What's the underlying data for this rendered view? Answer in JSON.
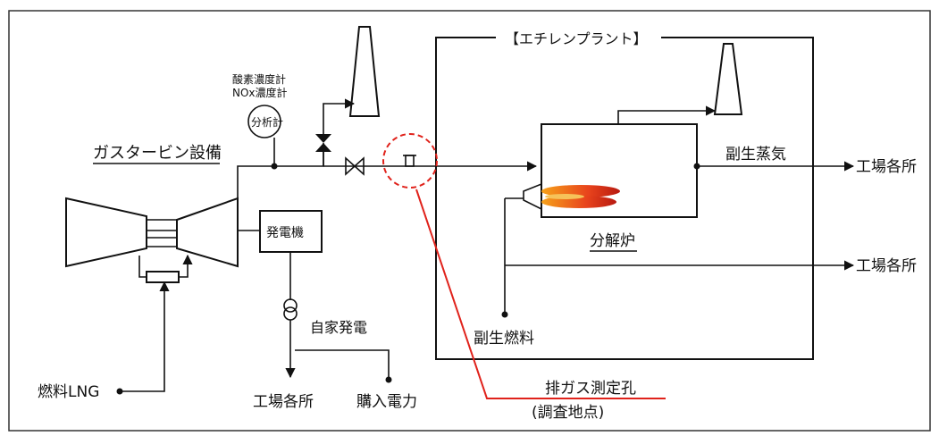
{
  "diagram": {
    "labels": {
      "gas_turbine": "ガスタービン設備",
      "analyzer_desc_1": "酸素濃度計",
      "analyzer_desc_2": "NOx濃度計",
      "analyzer": "分析計",
      "generator": "発電機",
      "self_power": "自家発電",
      "factory_left": "工場各所",
      "purchased_power": "購入電力",
      "fuel_lng": "燃料LNG",
      "ethylene_plant": "【エチレンプラント】",
      "byproduct_steam": "副生蒸気",
      "factory_top": "工場各所",
      "factory_mid": "工場各所",
      "cracking_furnace": "分解炉",
      "byproduct_fuel": "副生燃料",
      "exhaust_hole": "排ガス測定孔",
      "survey_point": "(調査地点)"
    },
    "colors": {
      "line": "#111111",
      "highlight_red": "#e0221b",
      "flame_outer": "#e8431c",
      "flame_inner": "#f6a21a"
    }
  }
}
